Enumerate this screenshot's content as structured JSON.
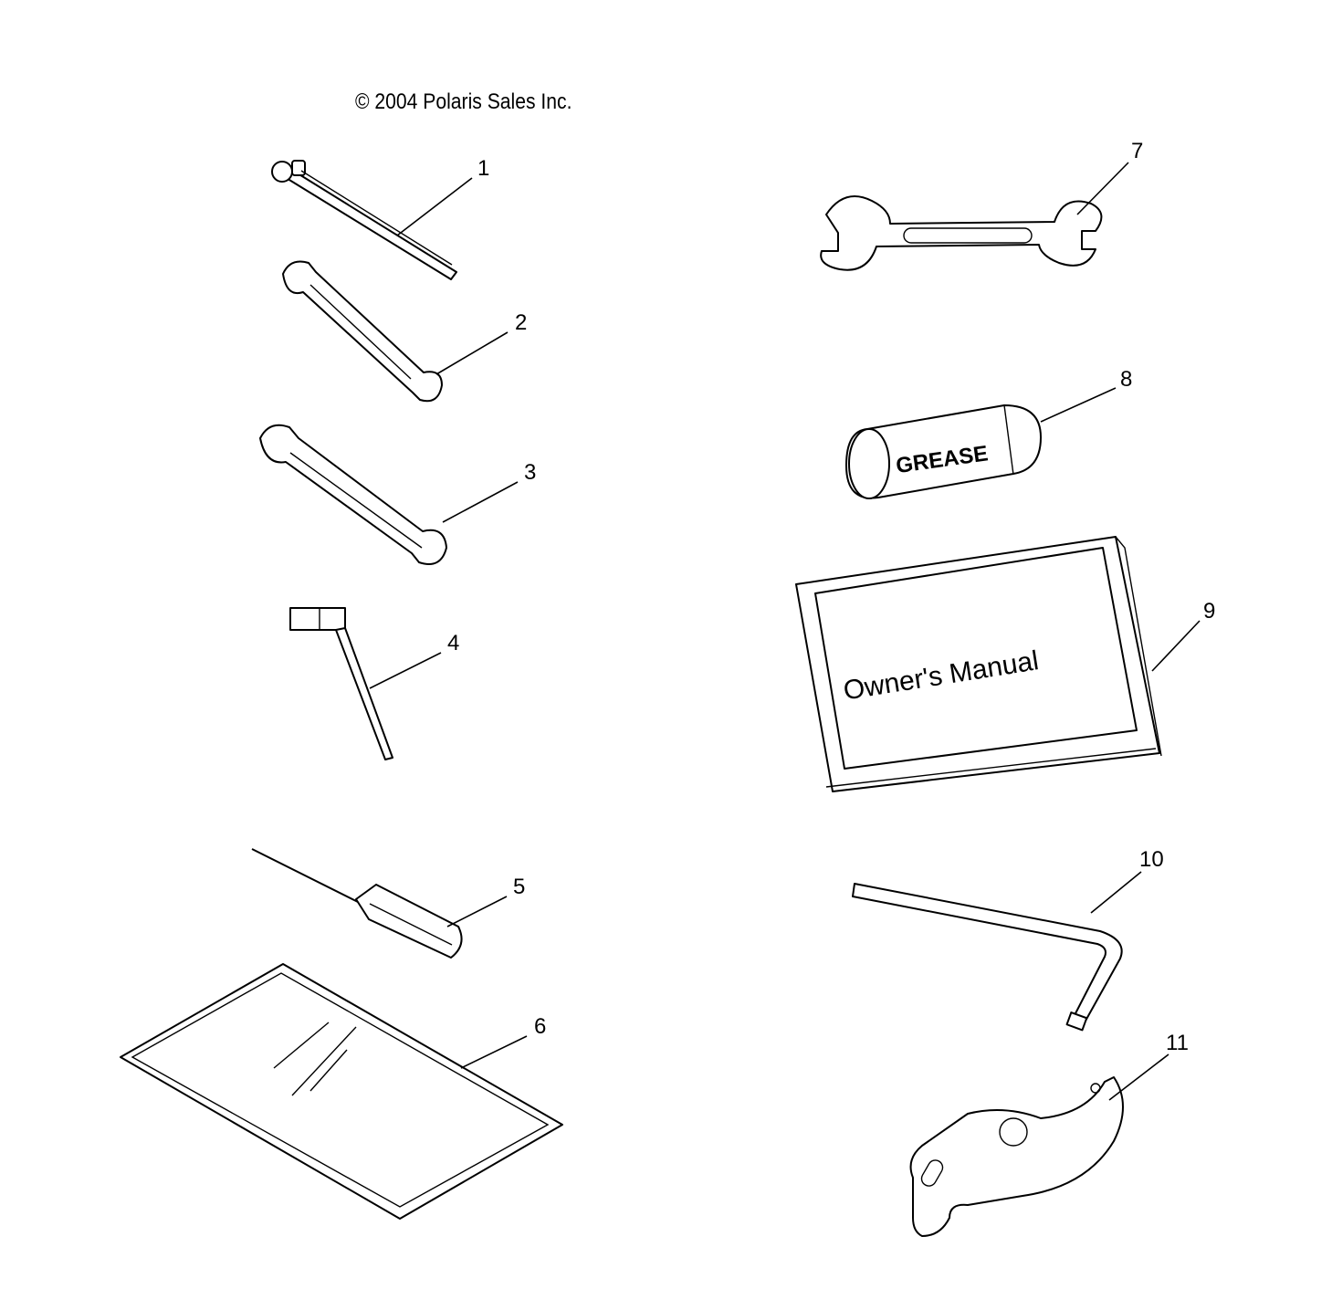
{
  "copyright": "© 2004 Polaris Sales Inc.",
  "callouts": [
    "1",
    "2",
    "3",
    "4",
    "5",
    "6",
    "7",
    "8",
    "9",
    "10",
    "11"
  ],
  "grease_label": "GREASE",
  "manual_title": "Owner's Manual"
}
